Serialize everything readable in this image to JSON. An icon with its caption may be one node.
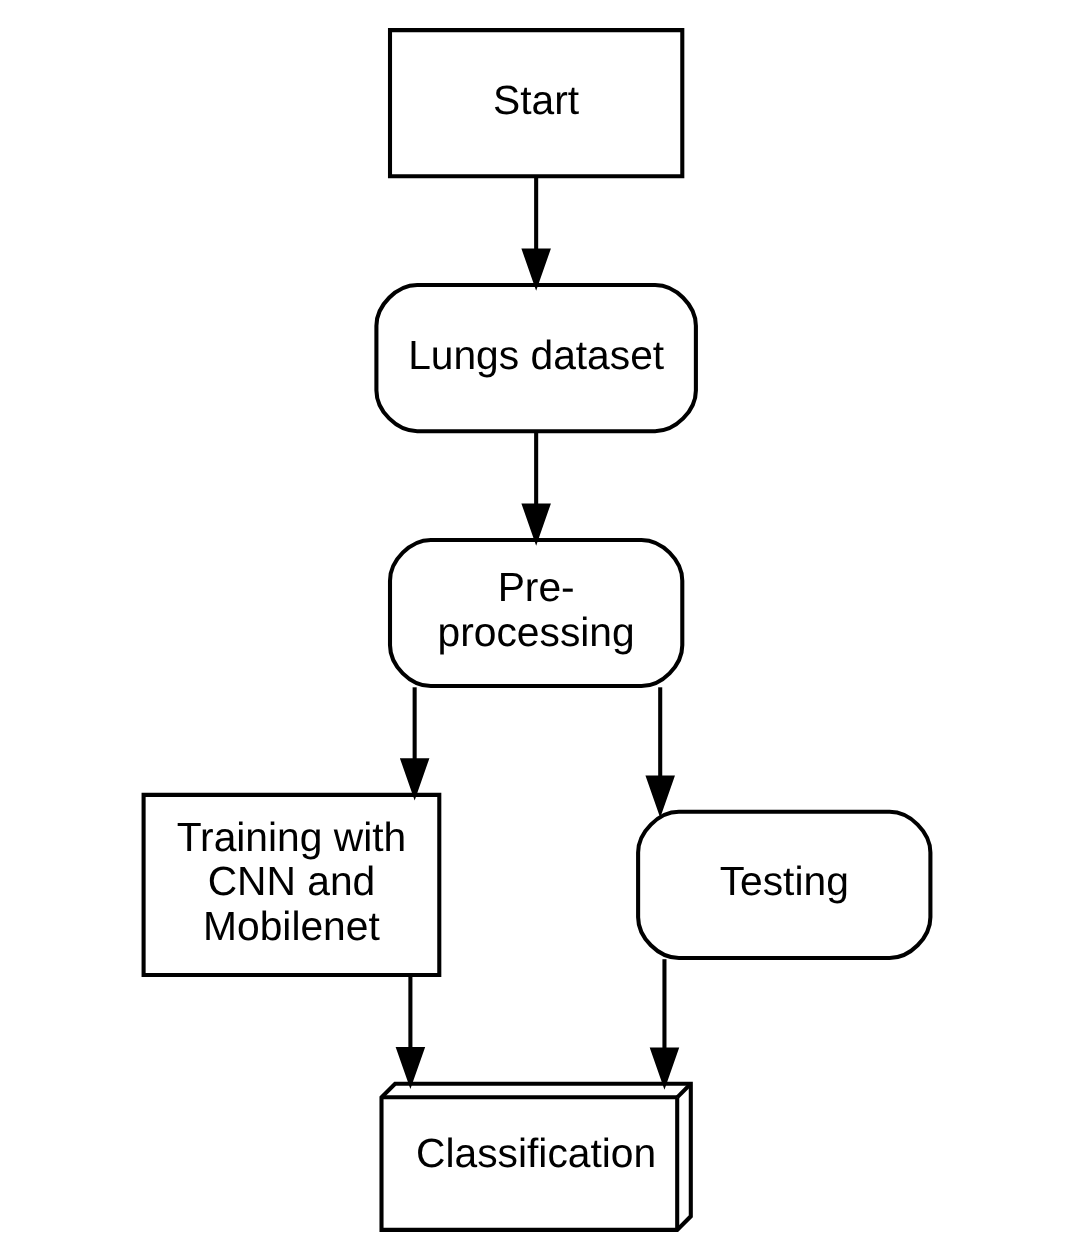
{
  "diagram": {
    "nodes": [
      {
        "text": [
          "Start"
        ]
      },
      {
        "text": [
          "Lungs dataset"
        ]
      },
      {
        "text": [
          "Pre- processing"
        ]
      },
      {
        "text": [
          "Training with CNN and Mobilenet"
        ]
      },
      {
        "text": [
          "Testing"
        ]
      },
      {
        "text": [
          "Classification"
        ]
      }
    ],
    "edges": [
      {
        "from": 0,
        "to": 1,
        "arrow": "to"
      },
      {
        "from": 1,
        "to": 2,
        "arrow": "to"
      },
      {
        "from": 2,
        "to": 3,
        "arrow": "to"
      },
      {
        "from": 2,
        "to": 4,
        "arrow": "to"
      },
      {
        "from": 3,
        "to": 5,
        "arrow": "to"
      },
      {
        "from": 4,
        "to": 5,
        "arrow": "to"
      }
    ]
  }
}
